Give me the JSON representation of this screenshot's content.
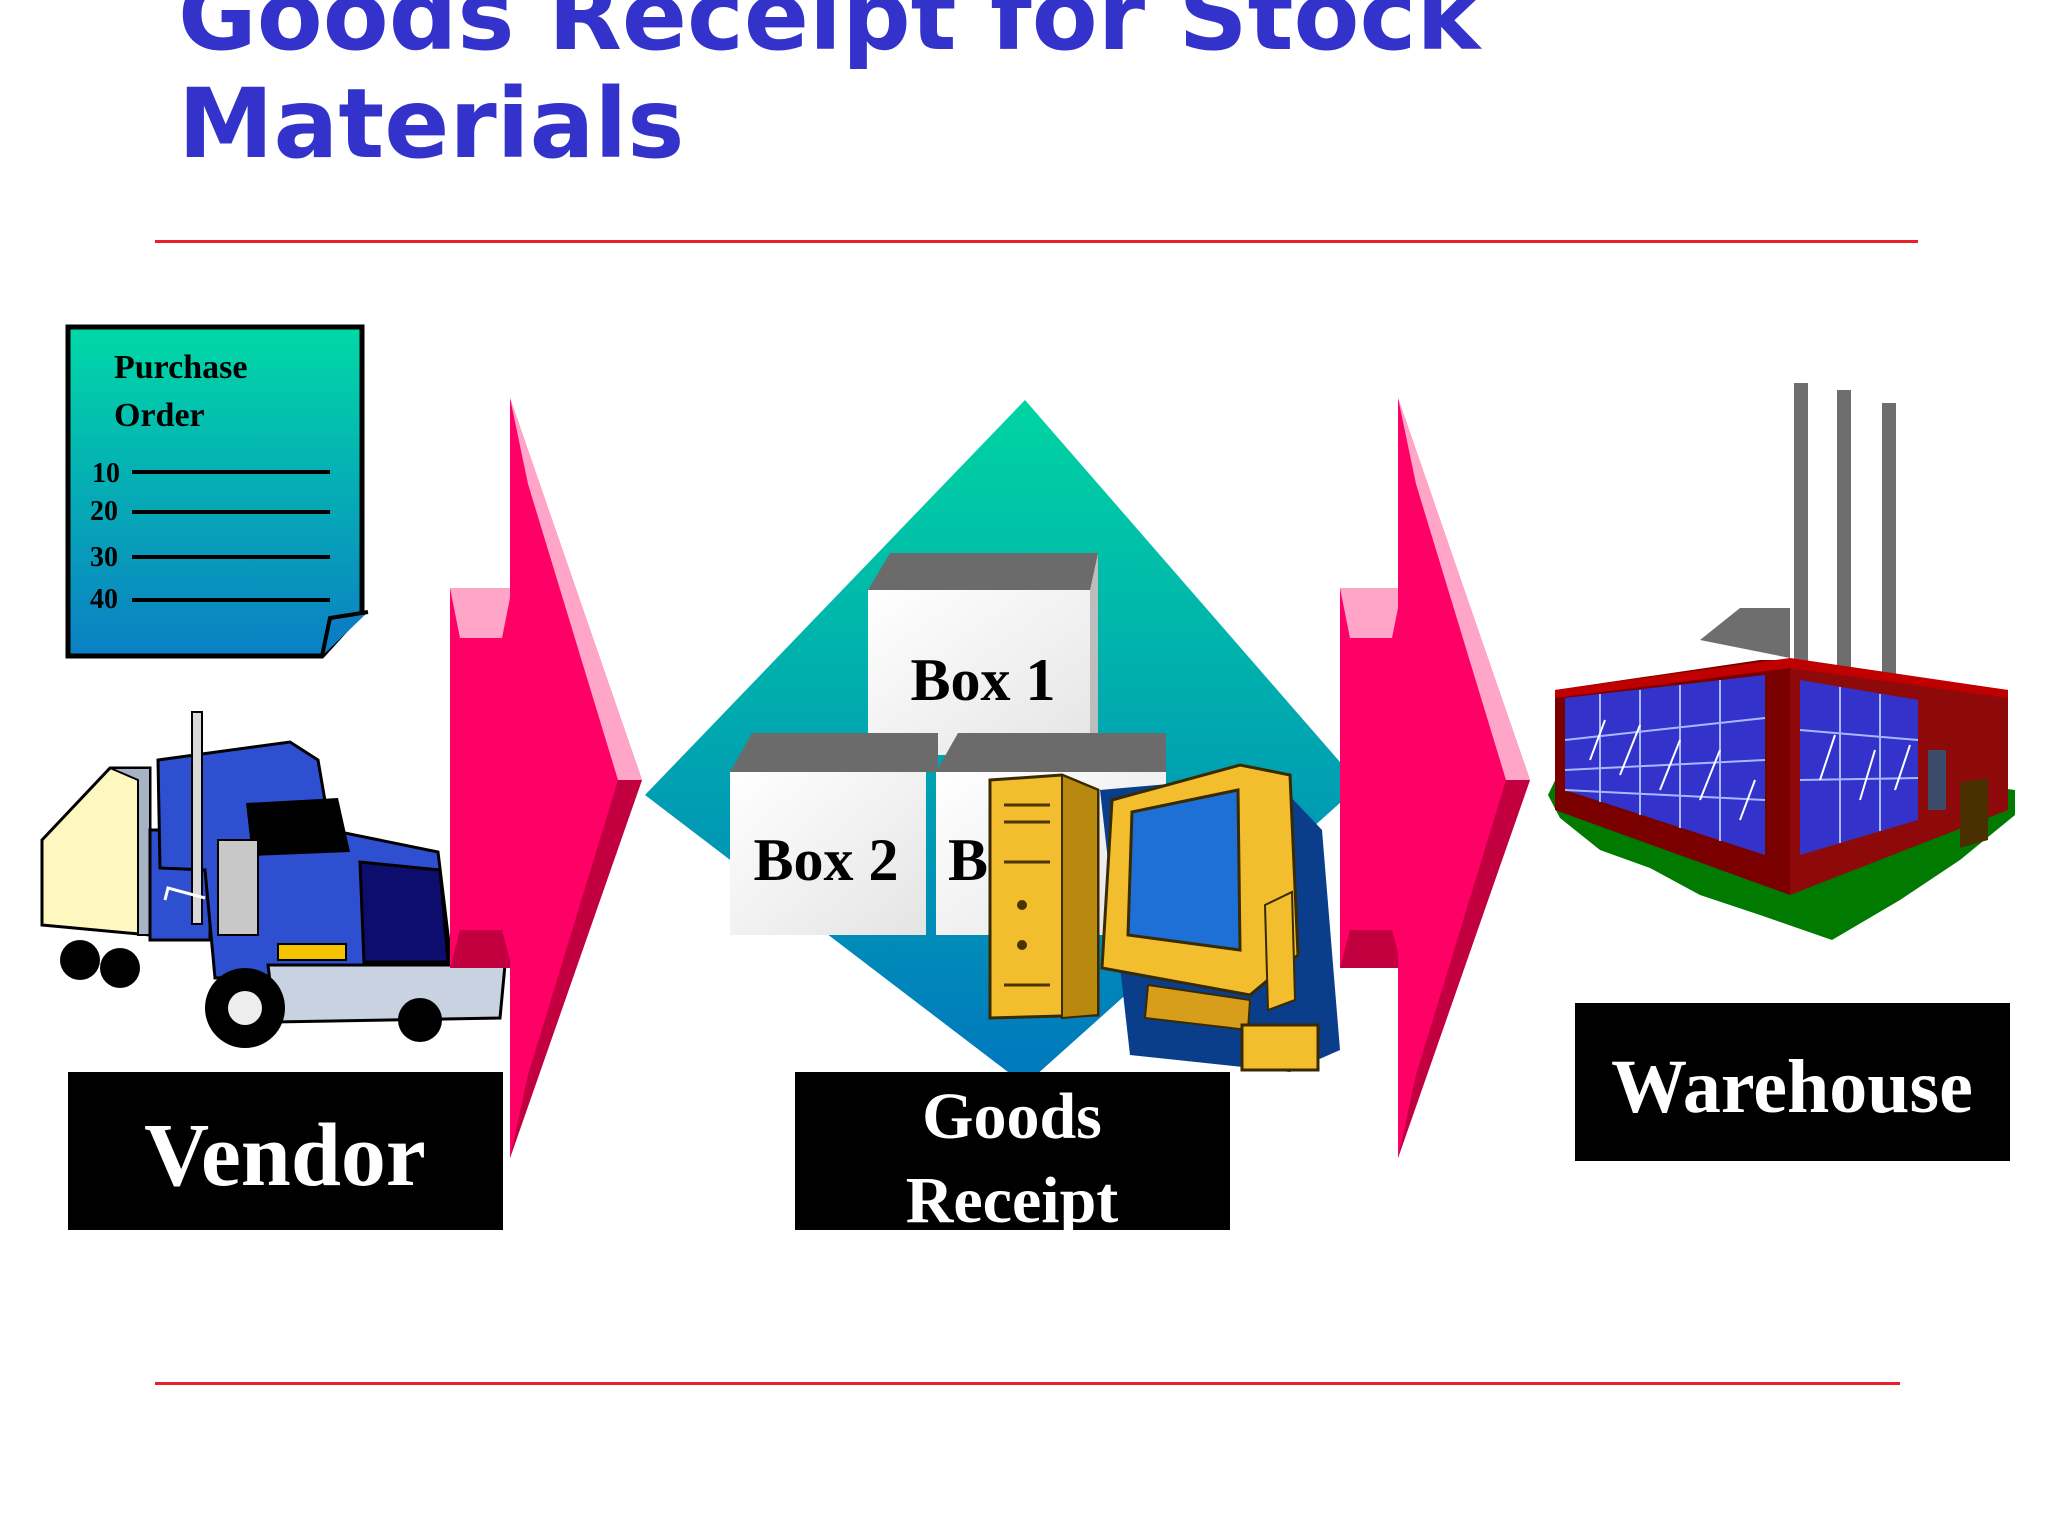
{
  "title": "Goods Receipt for Stock Materials",
  "purchase_order": {
    "heading_line1": "Purchase",
    "heading_line2": "Order",
    "items": [
      "10",
      "20",
      "30",
      "40"
    ]
  },
  "boxes": {
    "box1": "Box 1",
    "box2": "Box 2",
    "box3": "B"
  },
  "labels": {
    "vendor": "Vendor",
    "goods_receipt_line1": "Goods",
    "goods_receipt_line2": "Receipt",
    "warehouse": "Warehouse"
  },
  "colors": {
    "title": "#3333CC",
    "rule": "#E8202A",
    "arrow": "#FF0066",
    "label_bg": "#000000"
  },
  "icons": [
    "truck-icon",
    "computer-icon",
    "factory-icon",
    "document-icon"
  ]
}
